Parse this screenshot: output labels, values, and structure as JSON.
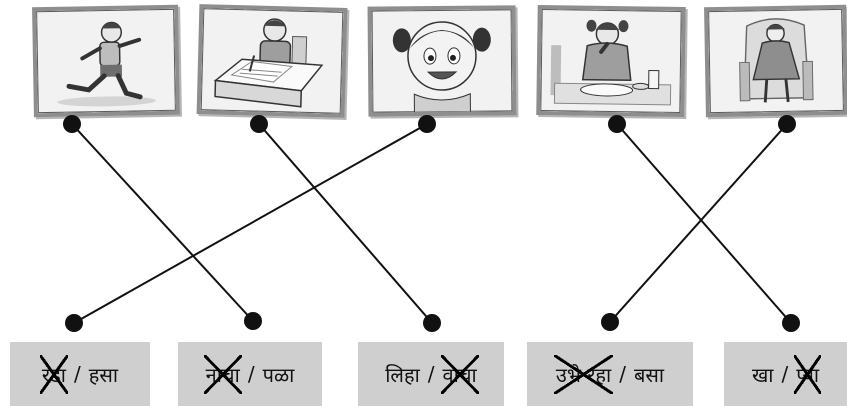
{
  "pictures": [
    {
      "id": "running-boy",
      "icon": "running-boy-picture"
    },
    {
      "id": "writing-boy",
      "icon": "writing-boy-picture"
    },
    {
      "id": "smiling-girl",
      "icon": "smiling-girl-picture"
    },
    {
      "id": "eating-girl",
      "icon": "eating-girl-picture"
    },
    {
      "id": "sitting-girl",
      "icon": "sitting-girl-picture"
    }
  ],
  "cards": [
    {
      "crossed": "रडा",
      "sep": "/",
      "kept": "हसा",
      "crossed_first": true
    },
    {
      "crossed": "नाचा",
      "sep": "/",
      "kept": "पळा",
      "crossed_first": true
    },
    {
      "kept": "लिहा",
      "sep": "/",
      "crossed": "वाचा",
      "crossed_first": false
    },
    {
      "crossed": "उभे रहा",
      "sep": "/",
      "kept": "बसा",
      "crossed_first": true
    },
    {
      "kept": "खा",
      "sep": "/",
      "crossed": "प्या",
      "crossed_first": false
    }
  ],
  "matches": [
    {
      "picture": 1,
      "card": 2
    },
    {
      "picture": 2,
      "card": 3
    },
    {
      "picture": 3,
      "card": 1
    },
    {
      "picture": 4,
      "card": 5
    },
    {
      "picture": 5,
      "card": 4
    }
  ],
  "colors": {
    "line": "#111111",
    "card_bg": "#cfcfcf",
    "frame_border": "#8e8e8e"
  }
}
